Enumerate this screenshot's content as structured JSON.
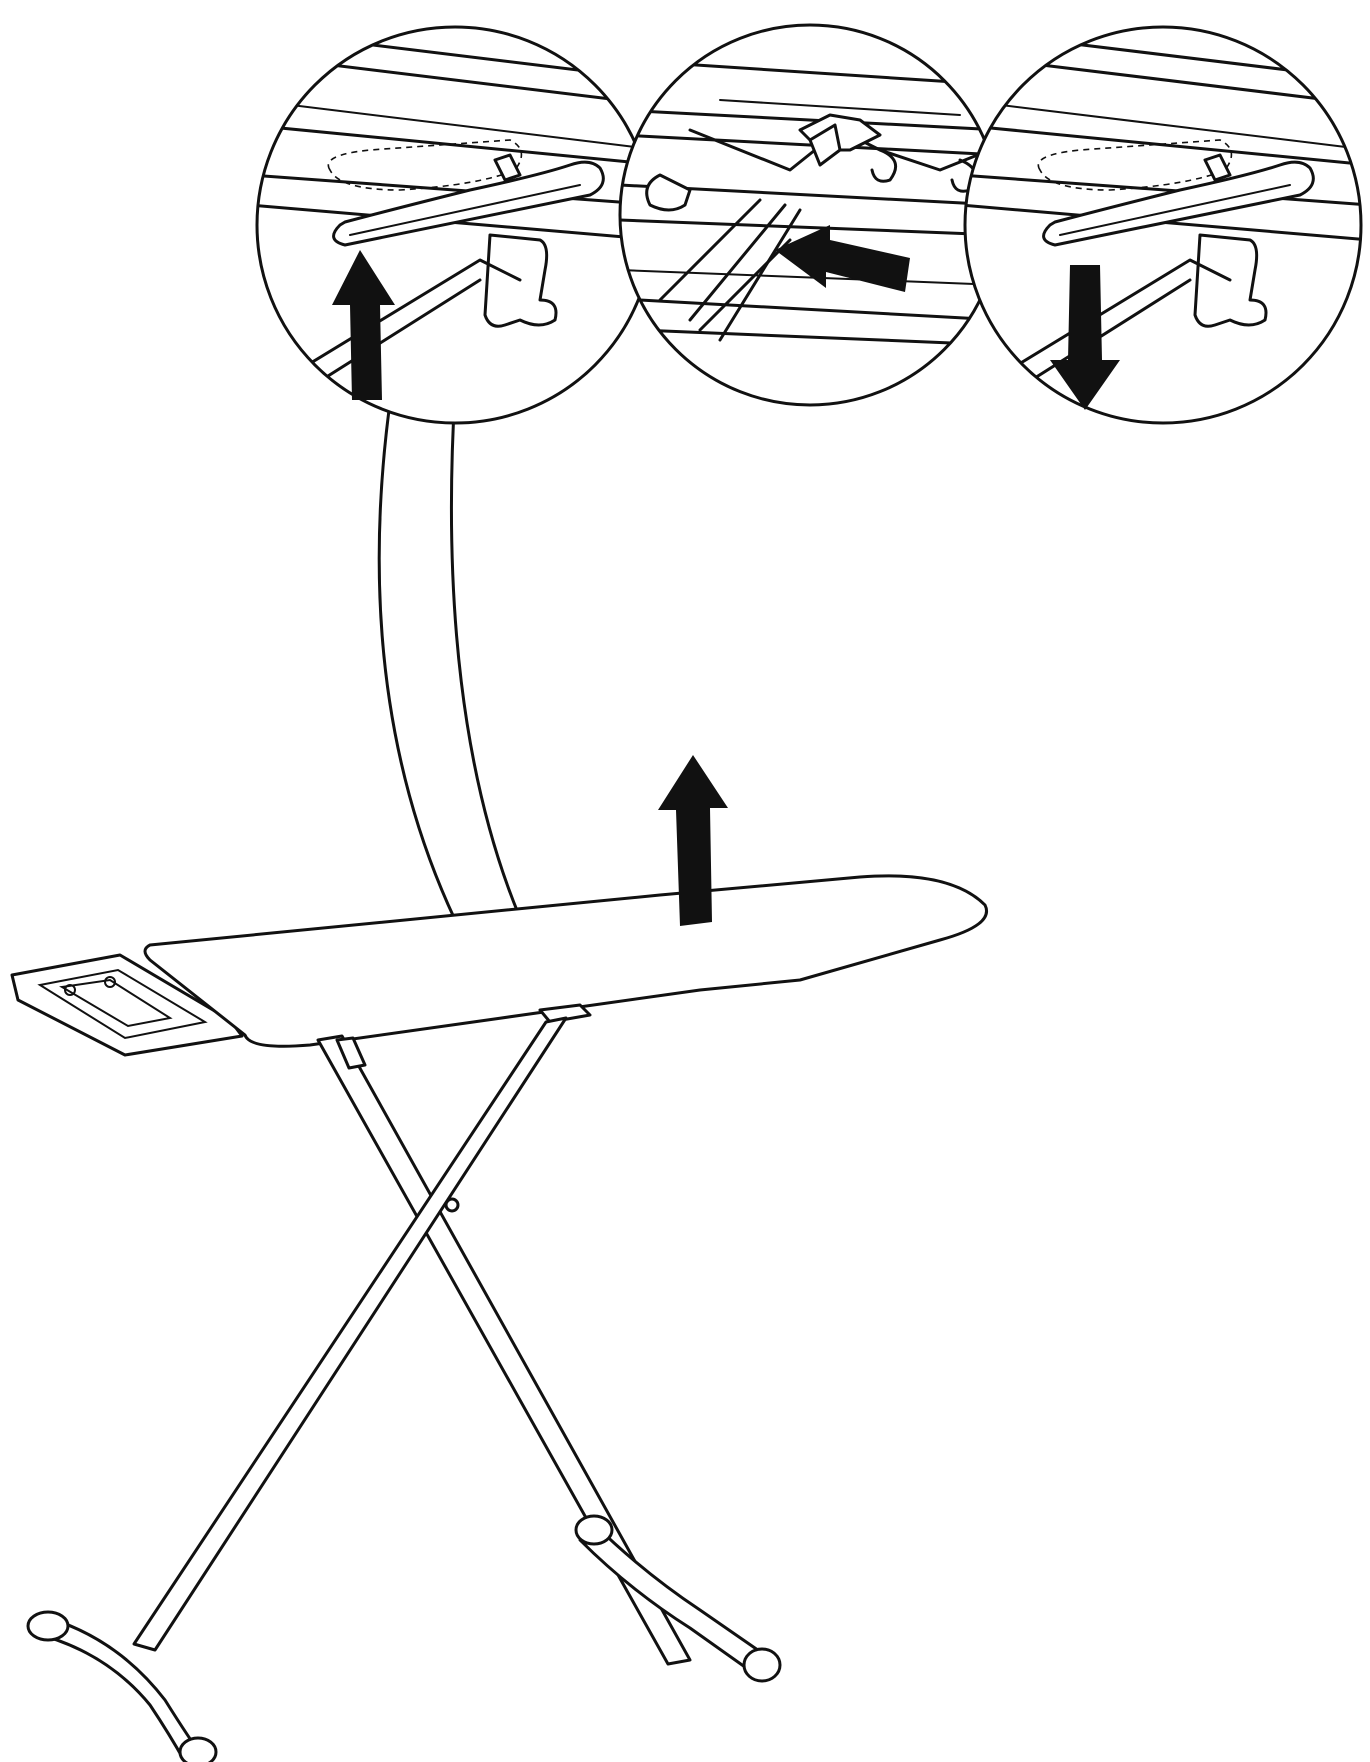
{
  "colors": {
    "line": "#111111",
    "background": "#ffffff"
  },
  "steps": [
    {
      "id": "detail-1",
      "motion": "up"
    },
    {
      "id": "detail-2",
      "motion": "left"
    },
    {
      "id": "detail-3",
      "motion": "down"
    }
  ],
  "main_motion": "up"
}
